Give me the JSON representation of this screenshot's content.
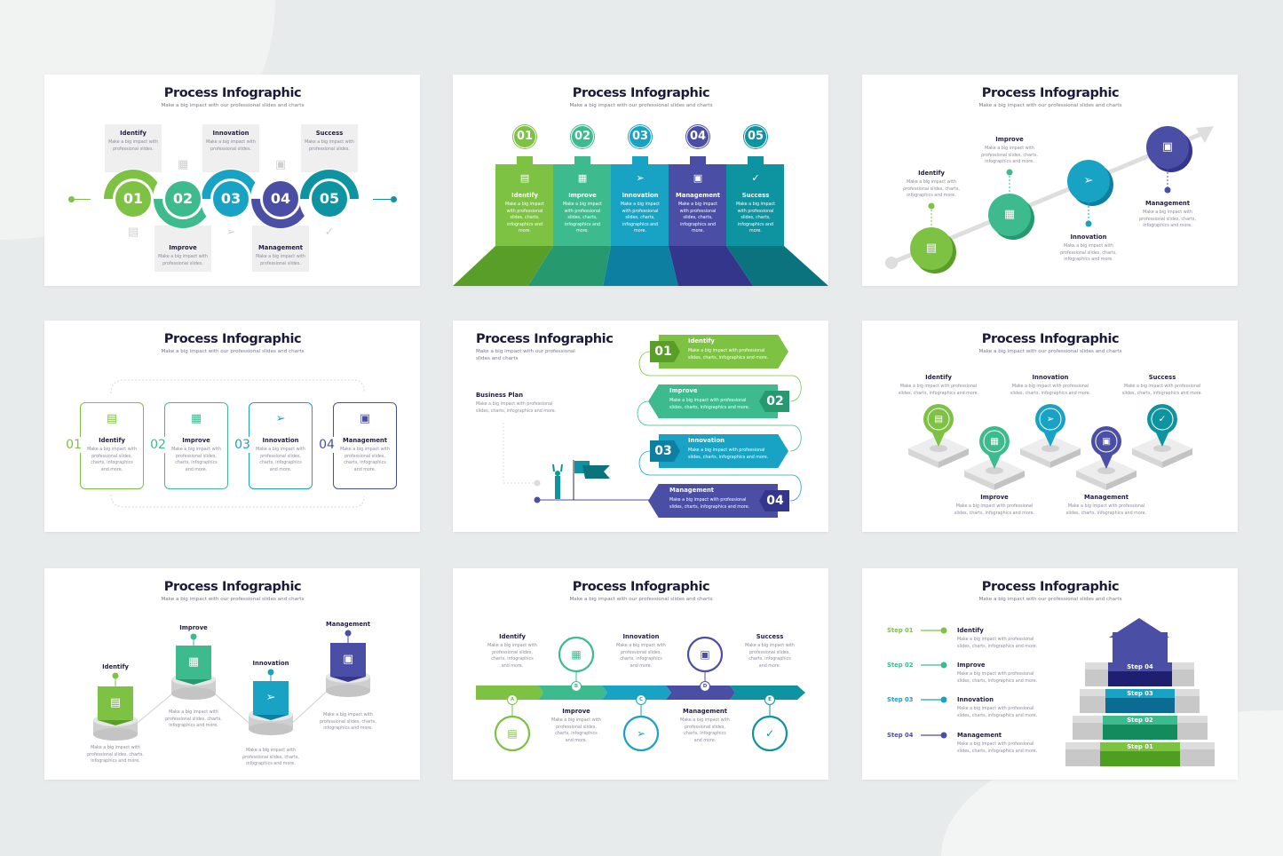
{
  "step_colors": [
    "#7dc242",
    "#3dbb8f",
    "#18a2c4",
    "#4b4ea5",
    "#0e93a0"
  ],
  "icons": [
    "document-icon",
    "image-icon",
    "paper-plane-icon",
    "box-icon",
    "check-icon"
  ],
  "slides": [
    {
      "title": "Process Infographic",
      "subtitle": "Make a big impact with our professional slides and charts",
      "steps": [
        {
          "num": "01",
          "label": "Identify",
          "desc": "Make a big impact with professional slides."
        },
        {
          "num": "02",
          "label": "Improve",
          "desc": "Make a big impact with professional slides."
        },
        {
          "num": "03",
          "label": "Innovation",
          "desc": "Make a big impact with professional slides."
        },
        {
          "num": "04",
          "label": "Management",
          "desc": "Make a big impact with professional slides."
        },
        {
          "num": "05",
          "label": "Success",
          "desc": "Make a big impact with professional slides."
        }
      ]
    },
    {
      "title": "Process Infographic",
      "subtitle": "Make a big impact with our professional slides and charts",
      "steps": [
        {
          "num": "01",
          "label": "Identify",
          "desc": "Make a big impact with professional slides, charts, infographics and more."
        },
        {
          "num": "02",
          "label": "Improve",
          "desc": "Make a big impact with professional slides, charts, infographics and more."
        },
        {
          "num": "03",
          "label": "Innovation",
          "desc": "Make a big impact with professional slides, charts, infographics and more."
        },
        {
          "num": "04",
          "label": "Management",
          "desc": "Make a big impact with professional slides, charts, infographics and more."
        },
        {
          "num": "05",
          "label": "Success",
          "desc": "Make a big impact with professional slides, charts, infographics and more."
        }
      ]
    },
    {
      "title": "Process Infographic",
      "subtitle": "Make a big impact with our professional slides and charts",
      "steps": [
        {
          "label": "Identify",
          "desc": "Make a big impact with professional slides, charts, infographics and more."
        },
        {
          "label": "Improve",
          "desc": "Make a big impact with professional slides, charts, infographics and more."
        },
        {
          "label": "Innovation",
          "desc": "Make a big impact with professional slides, charts, infographics and more."
        },
        {
          "label": "Management",
          "desc": "Make a big impact with professional slides, charts, infographics and more."
        }
      ]
    },
    {
      "title": "Process Infographic",
      "subtitle": "Make a big impact with our professional slides and charts",
      "steps": [
        {
          "num": "01",
          "label": "Identify",
          "desc": "Make a big impact with professional slides, charts, infographics and more."
        },
        {
          "num": "02",
          "label": "Improve",
          "desc": "Make a big impact with professional slides, charts, infographics and more."
        },
        {
          "num": "03",
          "label": "Innovation",
          "desc": "Make a big impact with professional slides, charts, infographics and more."
        },
        {
          "num": "04",
          "label": "Management",
          "desc": "Make a big impact with professional slides, charts, infographics and more."
        }
      ]
    },
    {
      "title": "Process Infographic",
      "subtitle": "Make a big impact with our professional slides and charts",
      "business_plan": {
        "label": "Business Plan",
        "desc": "Make a big impact with professional slides, charts, infographics and more."
      },
      "steps": [
        {
          "num": "01",
          "label": "Identify",
          "desc": "Make a big impact with professional slides, charts, infographics and more."
        },
        {
          "num": "02",
          "label": "Improve",
          "desc": "Make a big impact with professional slides, charts, infographics and more."
        },
        {
          "num": "03",
          "label": "Innovation",
          "desc": "Make a big impact with professional slides, charts, infographics and more."
        },
        {
          "num": "04",
          "label": "Management",
          "desc": "Make a big impact with professional slides, charts, infographics and more."
        }
      ]
    },
    {
      "title": "Process Infographic",
      "subtitle": "Make a big impact with our professional slides and charts",
      "steps": [
        {
          "label": "Identify",
          "desc": "Make a big impact with professional slides, charts, infographics and more."
        },
        {
          "label": "Improve",
          "desc": "Make a big impact with professional slides, charts, infographics and more."
        },
        {
          "label": "Innovation",
          "desc": "Make a big impact with professional slides, charts, infographics and more."
        },
        {
          "label": "Management",
          "desc": "Make a big impact with professional slides, charts, infographics and more."
        },
        {
          "label": "Success",
          "desc": "Make a big impact with professional slides, charts, infographics and more."
        }
      ]
    },
    {
      "title": "Process Infographic",
      "subtitle": "Make a big impact with our professional slides and charts",
      "steps": [
        {
          "label": "Identify",
          "desc": "Make a big impact with professional slides, charts, infographics and more."
        },
        {
          "label": "Improve",
          "desc": "Make a big impact with professional slides, charts, infographics and more."
        },
        {
          "label": "Innovation",
          "desc": "Make a big impact with professional slides, charts, infographics and more."
        },
        {
          "label": "Management",
          "desc": "Make a big impact with professional slides, charts, infographics and more."
        }
      ]
    },
    {
      "title": "Process Infographic",
      "subtitle": "Make a big impact with our professional slides and charts",
      "steps": [
        {
          "letter": "A",
          "label": "Identify",
          "desc": "Make a big impact with professional slides, charts, infographics and more."
        },
        {
          "letter": "B",
          "label": "Improve",
          "desc": "Make a big impact with professional slides, charts, infographics and more."
        },
        {
          "letter": "C",
          "label": "Innovation",
          "desc": "Make a big impact with professional slides, charts, infographics and more."
        },
        {
          "letter": "D",
          "label": "Management",
          "desc": "Make a big impact with professional slides, charts, infographics and more."
        },
        {
          "letter": "E",
          "label": "Success",
          "desc": "Make a big impact with professional slides, charts, infographics and more."
        }
      ]
    },
    {
      "title": "Process Infographic",
      "subtitle": "Make a big impact with our professional slides and charts",
      "steps": [
        {
          "step": "Step 01",
          "label": "Identify",
          "desc": "Make a big impact with professional slides, charts, infographics and more."
        },
        {
          "step": "Step 02",
          "label": "Improve",
          "desc": "Make a big impact with professional slides, charts, infographics and more."
        },
        {
          "step": "Step 03",
          "label": "Innovation",
          "desc": "Make a big impact with professional slides, charts, infographics and more."
        },
        {
          "step": "Step 04",
          "label": "Management",
          "desc": "Make a big impact with professional slides, charts, infographics and more."
        }
      ]
    }
  ]
}
